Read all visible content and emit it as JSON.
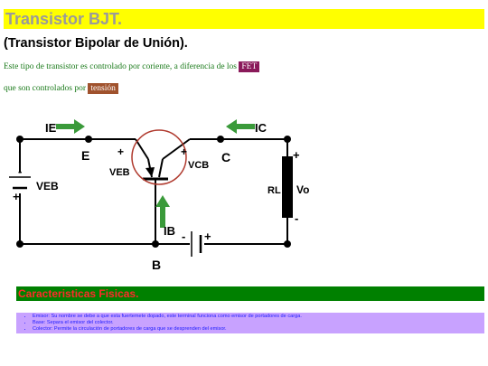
{
  "page": {
    "title": "Transistor BJT.",
    "subtitle": "(Transistor Bipolar de Unión).",
    "intro_line1": "Este tipo de transistor es controlado por coriente, a diferencia de los",
    "fet_label": "FET",
    "intro_line2": "que son controlados por",
    "tension_label": "tensión",
    "section_title": "Caracteristicas Fisicas.",
    "features": [
      "Emisor: Su nombre se debe a que esta fuertemete dopado, este terminal funciona como emisor de portadores de carga.",
      "Base: Separa el emisor del colector.",
      "Colector: Permite la circulación de portadores de carga que se desprenden del emisor."
    ]
  },
  "diagram": {
    "ie": "IE",
    "ic": "IC",
    "ib": "IB",
    "e": "E",
    "c": "C",
    "b": "B",
    "veb": "VEB",
    "vcb": "VCB",
    "veb_left": "VEB",
    "rl": "RL",
    "vo": "Vo",
    "plus": "+",
    "minus": "-"
  },
  "colors": {
    "banner": "#ffff00",
    "section": "#008000",
    "features_bg": "#c8a2ff",
    "arrow": "#3a9a3a",
    "circle": "#b03a2e"
  }
}
